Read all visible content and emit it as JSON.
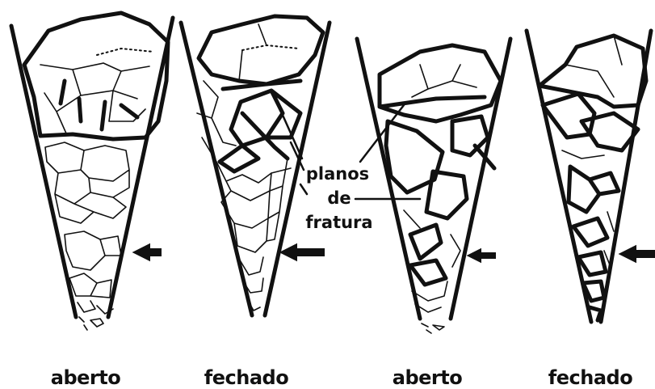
{
  "cones": [
    {
      "state": "aberto"
    },
    {
      "state": "fechado"
    },
    {
      "state": "aberto"
    },
    {
      "state": "fechado"
    }
  ],
  "fracture_label": [
    "planos",
    "de",
    "fratura"
  ],
  "colors": {
    "ink": "#111111",
    "background": "#ffffff"
  }
}
